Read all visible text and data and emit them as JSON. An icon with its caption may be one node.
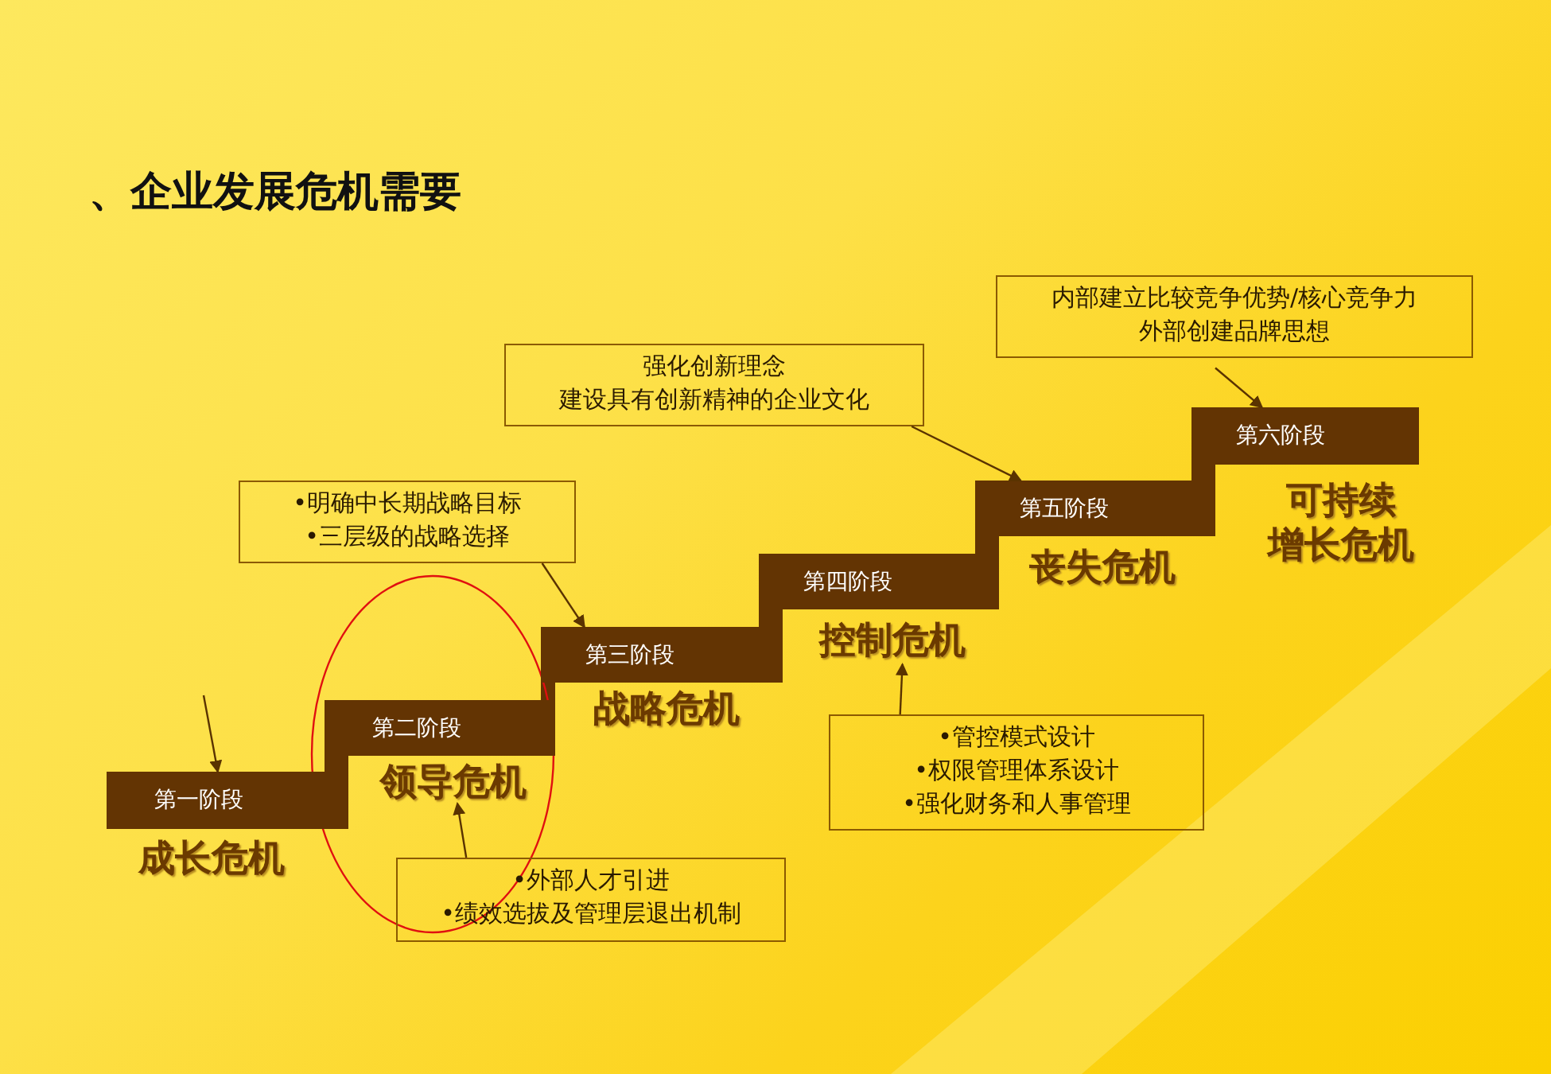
{
  "diagram": {
    "title": "、企业发展危机需要",
    "nodes": [
      {
        "text": [
          "第一阶段"
        ]
      },
      {
        "text": [
          "成长危机"
        ]
      },
      {
        "text": [
          "第二阶段"
        ]
      },
      {
        "text": [
          "领导危机"
        ]
      },
      {
        "text": [
          "第三阶段"
        ]
      },
      {
        "text": [
          "战略危机"
        ]
      },
      {
        "text": [
          "第四阶段"
        ]
      },
      {
        "text": [
          "控制危机"
        ]
      },
      {
        "text": [
          "第五阶段"
        ]
      },
      {
        "text": [
          "丧失危机"
        ]
      },
      {
        "text": [
          "第六阶段"
        ]
      },
      {
        "text": [
          "可持续",
          "增长危机"
        ]
      },
      {
        "text": [
          "•明确中长期战略目标",
          "•三层级的战略选择"
        ]
      },
      {
        "text": [
          "强化创新理念",
          "建设具有创新精神的企业文化"
        ]
      },
      {
        "text": [
          "内部建立比较竞争优势/核心竞争力",
          "外部创建品牌思想"
        ]
      },
      {
        "text": [
          "•管控模式设计",
          "•权限管理体系设计",
          "•强化财务和人事管理"
        ]
      },
      {
        "text": [
          "•外部人才引进",
          "•绩效选拔及管理层退出机制"
        ]
      }
    ],
    "edges": [
      {
        "from": null,
        "to": 0,
        "arrow": "to"
      },
      {
        "from": 16,
        "to": 3,
        "arrow": "to"
      },
      {
        "from": 12,
        "to": 4,
        "arrow": "to"
      },
      {
        "from": 13,
        "to": 8,
        "arrow": "to"
      },
      {
        "from": 14,
        "to": 10,
        "arrow": "to"
      },
      {
        "from": 15,
        "to": 7,
        "arrow": "to"
      }
    ]
  }
}
